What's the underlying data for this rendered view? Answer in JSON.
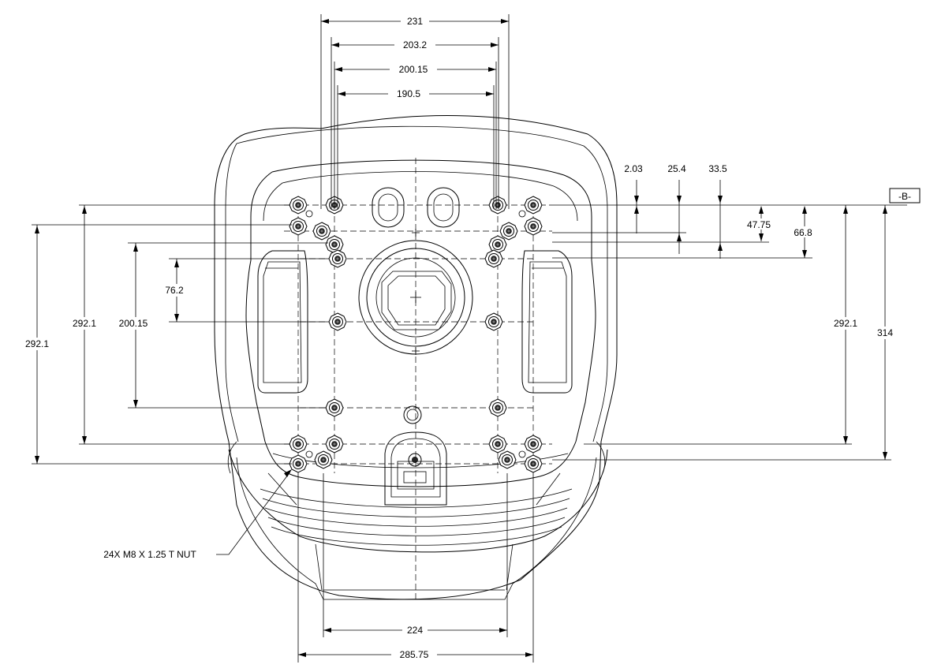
{
  "dimensions": {
    "top_overall": "231",
    "top_second": "203.2",
    "top_third": "200.15",
    "top_fourth": "190.5",
    "right_offset_a": "2.03",
    "right_offset_b": "25.4",
    "right_offset_c": "33.5",
    "right_offset_d": "47.75",
    "right_offset_e": "66.8",
    "left_outer_height": "292.1",
    "left_inner_height": "292.1",
    "left_bolt_spacing": "200.15",
    "left_short": "76.2",
    "right_inner_height": "292.1",
    "right_overall_height": "314",
    "bottom_inner_width": "224",
    "bottom_outer_width": "285.75"
  },
  "datum_label": "-B-",
  "callout": "24X M8 X 1.25 T NUT"
}
